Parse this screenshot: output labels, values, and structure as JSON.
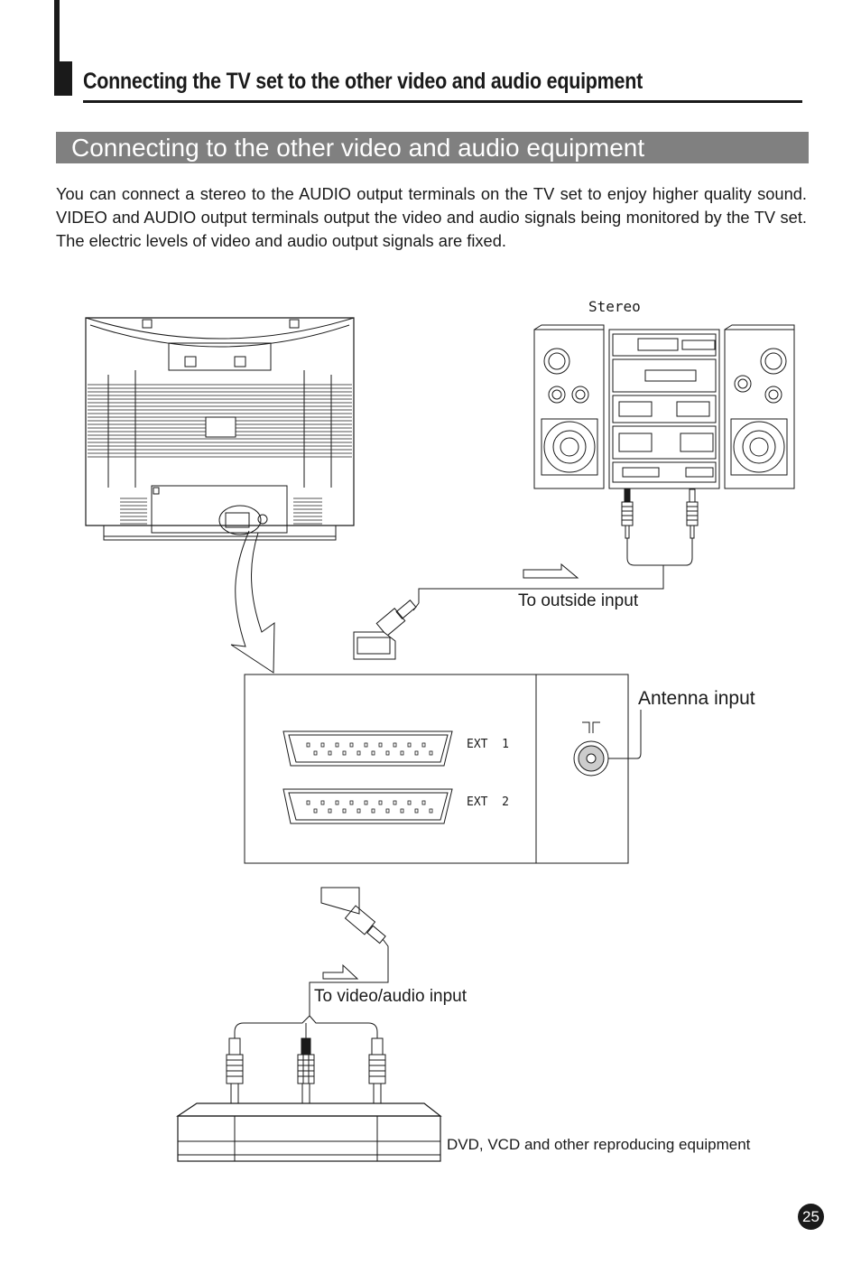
{
  "page": {
    "main_heading": "Connecting the TV set to the other video and audio equipment",
    "section_title": "Connecting to the other video and audio equipment",
    "intro": "You can connect a stereo to the  AUDIO output  terminals   on  the TV set  to enjoy   higher quality sound. VIDEO and AUDIO output terminals output the video and audio signals being monitored by the TV set. The electric levels of video and audio output signals are fixed.",
    "page_number": "25"
  },
  "diagram": {
    "stereo_label": "Stereo",
    "outside_input_label": "To outside input",
    "antenna_label": "Antenna input",
    "ext1_label": "EXT  1",
    "ext2_label": "EXT  2",
    "video_audio_label": "To video/audio input",
    "dvd_label": "DVD, VCD and other reproducing equipment"
  }
}
